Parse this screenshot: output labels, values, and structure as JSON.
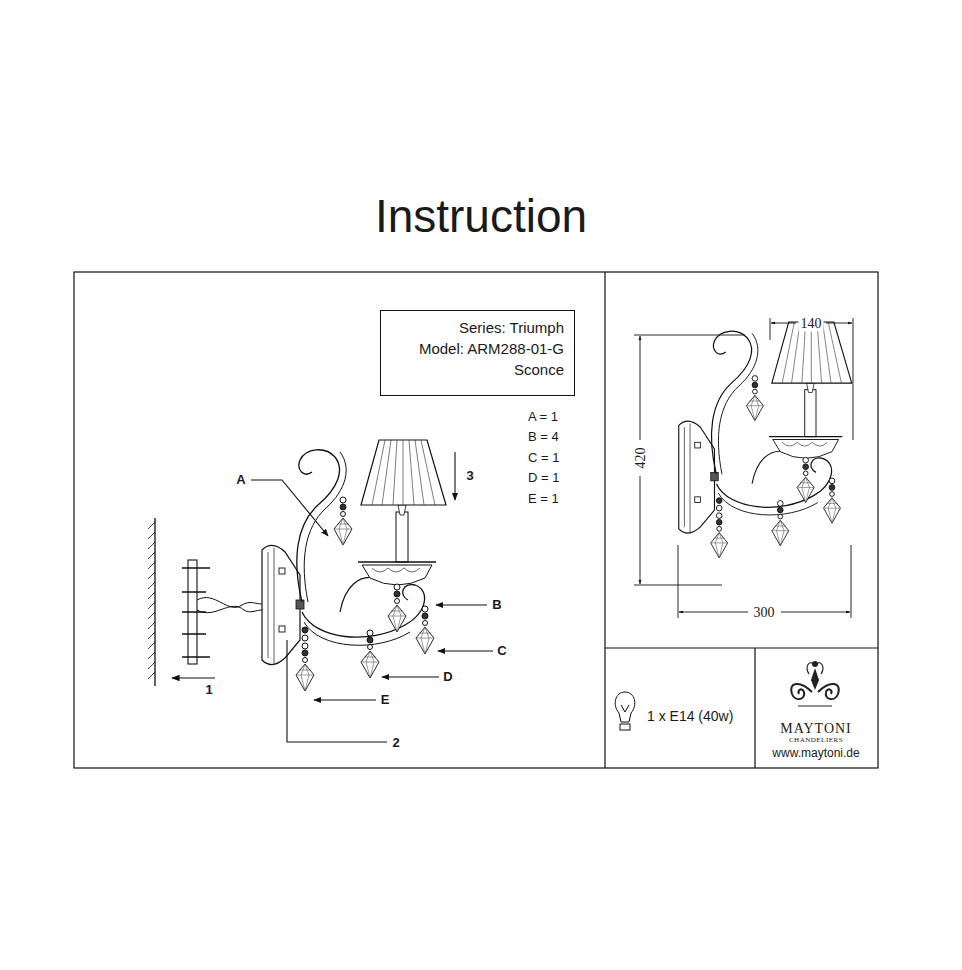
{
  "diagram": {
    "title": "Instruction",
    "nodes": [
      {
        "text": [
          "Series: Triumph",
          "Model: ARM288-01-G",
          "Sconce"
        ]
      },
      {
        "text": [
          "1 x E14 (40w)"
        ]
      },
      {
        "text": [
          "MAYTONI",
          "CHANDELIERS",
          "www.maytoni.de"
        ]
      }
    ],
    "labels": [
      "A = 1",
      "B = 4",
      "C = 1",
      "D = 1",
      "E = 1",
      "A",
      "B",
      "C",
      "D",
      "E",
      "1",
      "2",
      "3",
      "140",
      "420",
      "300"
    ]
  }
}
